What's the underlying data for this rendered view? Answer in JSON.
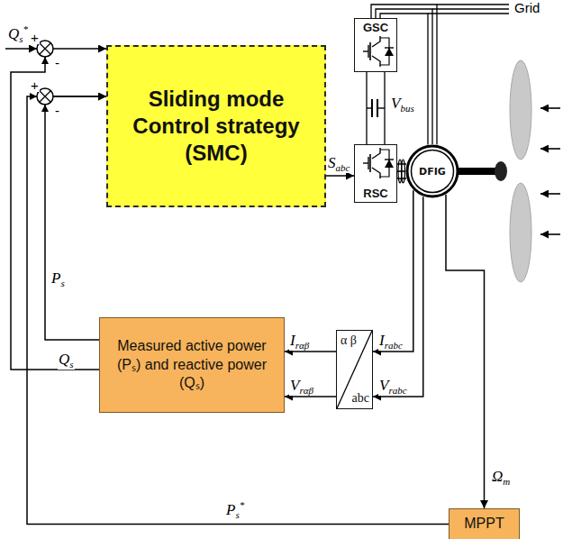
{
  "diagram": {
    "nodes": [
      {
        "text": [
          "GSC"
        ]
      },
      {
        "text": [
          "Sliding mode Control strategy (SMC)"
        ]
      },
      {
        "text": [
          "RSC"
        ]
      },
      {
        "text": [
          "DFIG"
        ]
      },
      {
        "text": [
          "Measured active power (Pₛ) and reactive power (Qₛ)"
        ]
      },
      {
        "text": [
          "α β",
          "abc"
        ]
      },
      {
        "text": [
          "MPPT"
        ]
      }
    ],
    "edges": [
      {
        "from": 1,
        "to": 2,
        "arrow": "to"
      },
      {
        "from": 2,
        "to": 0,
        "arrow": "none"
      },
      {
        "from": 0,
        "to": 3,
        "arrow": "none"
      },
      {
        "from": 2,
        "to": 3,
        "arrow": "none"
      },
      {
        "from": 3,
        "to": 5,
        "arrow": "to"
      },
      {
        "from": 3,
        "to": 5,
        "arrow": "to"
      },
      {
        "from": 5,
        "to": 4,
        "arrow": "to"
      },
      {
        "from": 5,
        "to": 4,
        "arrow": "to"
      },
      {
        "from": 4,
        "to": 1,
        "arrow": "to"
      },
      {
        "from": 4,
        "to": 1,
        "arrow": "to"
      },
      {
        "from": 6,
        "to": 1,
        "arrow": "to"
      },
      {
        "from": 3,
        "to": 6,
        "arrow": "to"
      }
    ],
    "labels": [
      "Q",
      "s",
      "*",
      "+",
      "-",
      "+",
      "-",
      "S",
      "abc",
      "V",
      "bus",
      "P",
      "s",
      "Q",
      "s",
      "I",
      "rαβ",
      "V",
      "rαβ",
      "I",
      "rabc",
      "V",
      "rabc",
      "Ω",
      "m",
      "P",
      "s",
      "*",
      "Grid"
    ]
  }
}
